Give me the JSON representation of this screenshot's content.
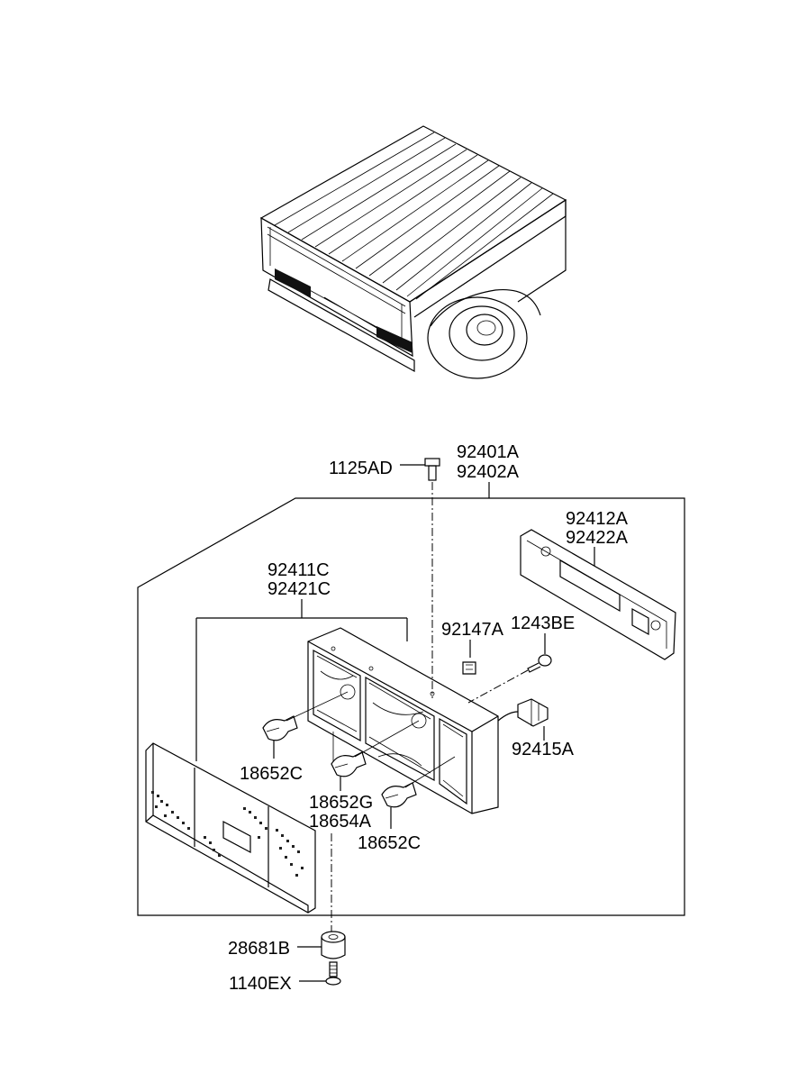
{
  "diagram": {
    "callouts": {
      "bolt_top": "1125AD",
      "lamp_assy_1": "92401A",
      "lamp_assy_2": "92402A",
      "reflector_1": "92412A",
      "reflector_2": "92422A",
      "lens_1": "92411C",
      "lens_2": "92421C",
      "clip": "92147A",
      "screw": "1243BE",
      "connector": "92415A",
      "bulb_left": "18652C",
      "bulb_center_1": "18652G",
      "bulb_center_2": "18654A",
      "bulb_right": "18652C",
      "grommet": "28681B",
      "bolt_bottom": "1140EX"
    }
  }
}
